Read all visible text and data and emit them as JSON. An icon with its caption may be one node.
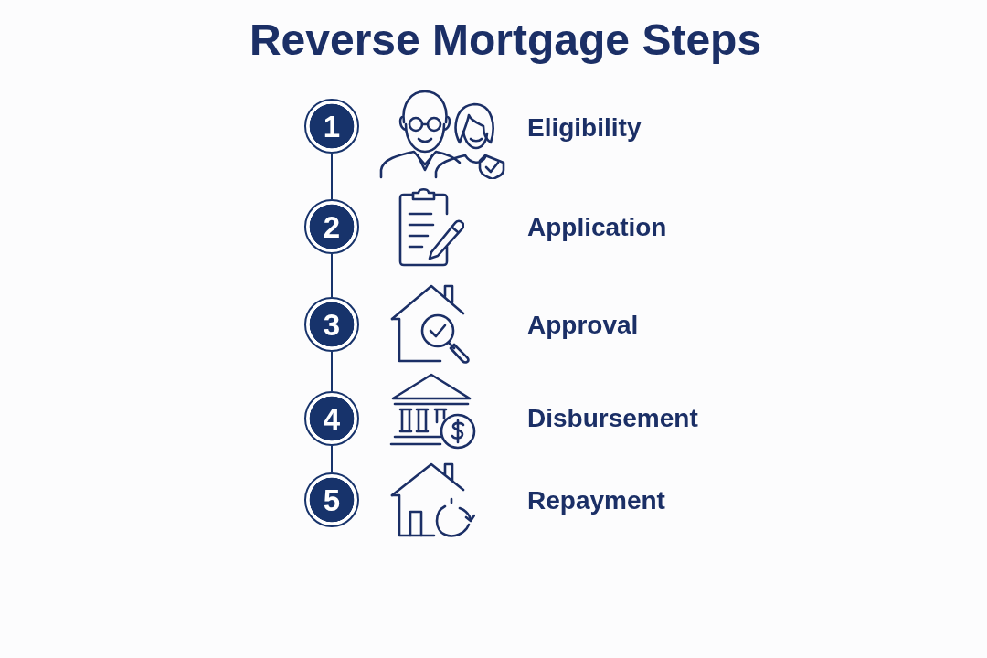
{
  "diagram": {
    "title": "Reverse Mortgage Steps",
    "nodes": [
      {
        "text": [
          "1"
        ]
      },
      {
        "text": [
          "2"
        ]
      },
      {
        "text": [
          "3"
        ]
      },
      {
        "text": [
          "4"
        ]
      },
      {
        "text": [
          "5"
        ]
      }
    ],
    "edges": [
      {
        "from": 0,
        "to": 1,
        "arrow": "none"
      },
      {
        "from": 1,
        "to": 2,
        "arrow": "none"
      },
      {
        "from": 2,
        "to": 3,
        "arrow": "none"
      },
      {
        "from": 3,
        "to": 4,
        "arrow": "none"
      }
    ],
    "labels": [
      "Eligibility",
      "Application",
      "Approval",
      "Disbursement",
      "Repayment"
    ]
  }
}
